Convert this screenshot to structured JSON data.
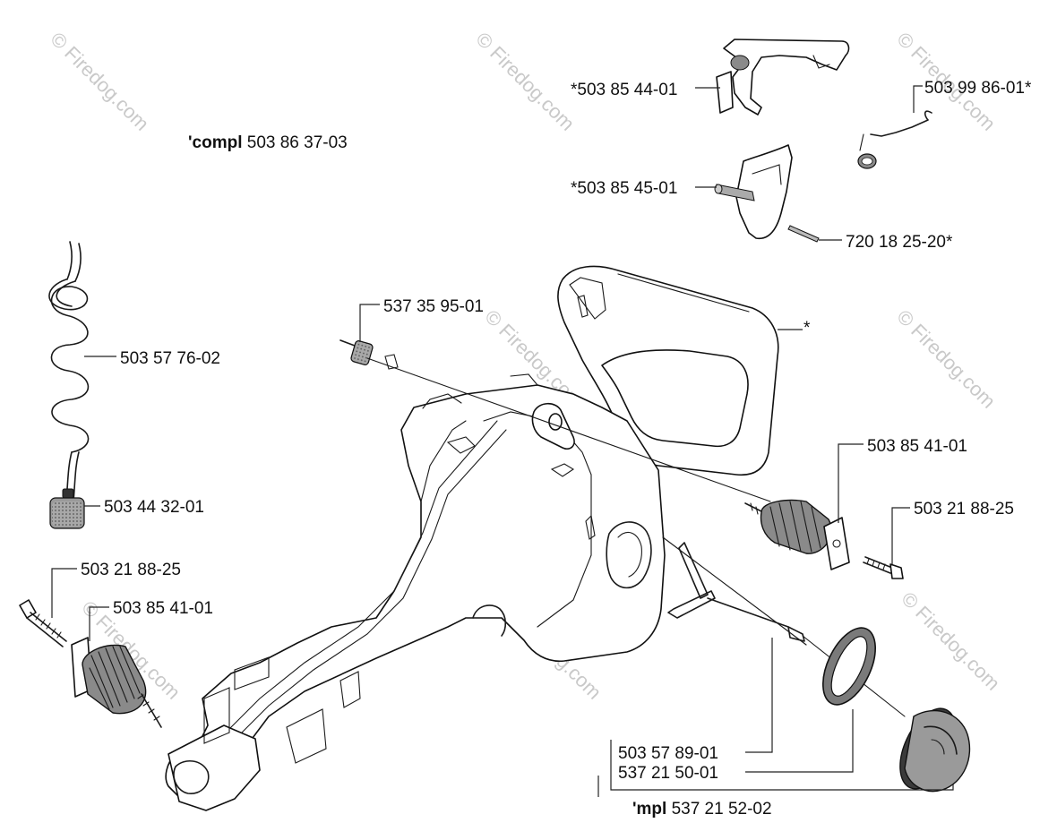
{
  "watermark": "© Firedog.com",
  "labels": {
    "handle_assembly": "'compl 503 86 37-03",
    "part_top_bracket": "*503 85 44-01",
    "part_spring_top": "503 99 86-01*",
    "part_lever": "*503 85 45-01",
    "part_pin": "720 18 25-20*",
    "part_filter_upper": "537 35 95-01",
    "asterisk": "*",
    "part_fuel_hose": "503 57 76-02",
    "part_fuel_filter": "503 44 32-01",
    "part_av_right": "503 85 41-01",
    "part_screw_right": "503 21 88-25",
    "part_screw_left": "503 21 88-25",
    "part_av_left": "503 85 41-01",
    "part_vent": "503 57 89-01",
    "part_seal": "537 21 50-01",
    "cap_assembly": "'mpl 537 21 52-02"
  }
}
